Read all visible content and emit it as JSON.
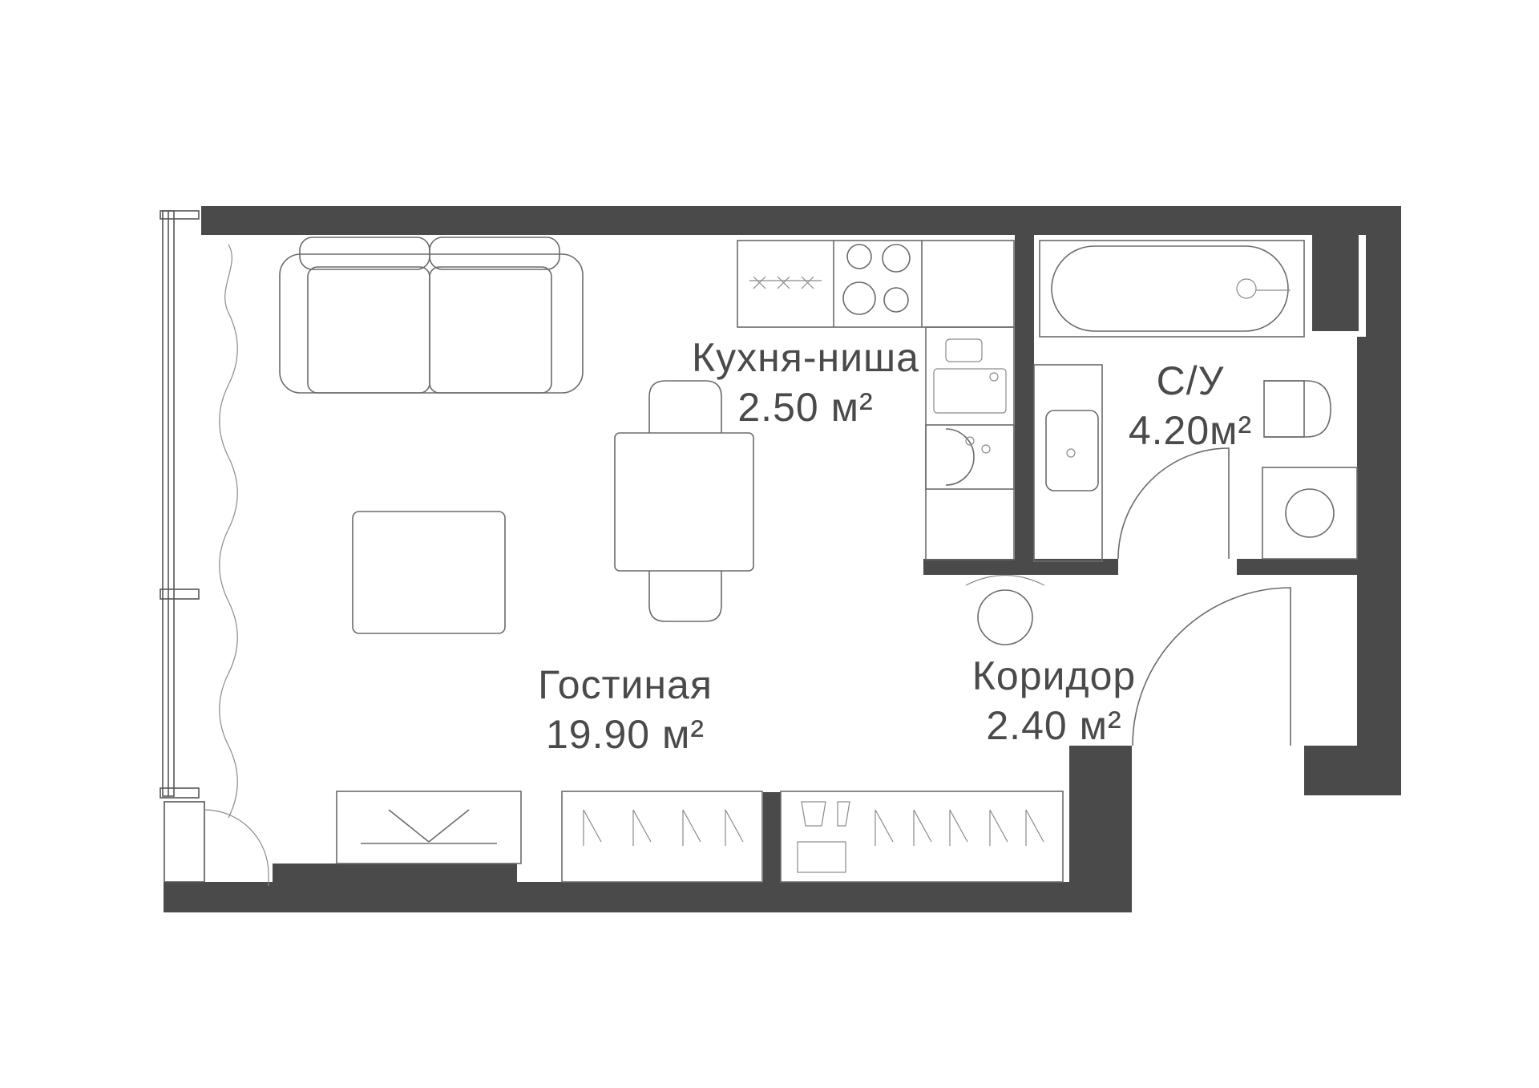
{
  "rooms": {
    "kitchen": {
      "name": "Кухня-ниша",
      "area": "2.50 м²"
    },
    "bathroom": {
      "name": "С/У",
      "area": "4.20м²"
    },
    "living": {
      "name": "Гостиная",
      "area": "19.90 м²"
    },
    "corridor": {
      "name": "Коридор",
      "area": "2.40 м²"
    }
  },
  "colors": {
    "wall": "#4a4a4a",
    "furniture": "#6b6b6b",
    "text": "#4a4a4a"
  }
}
